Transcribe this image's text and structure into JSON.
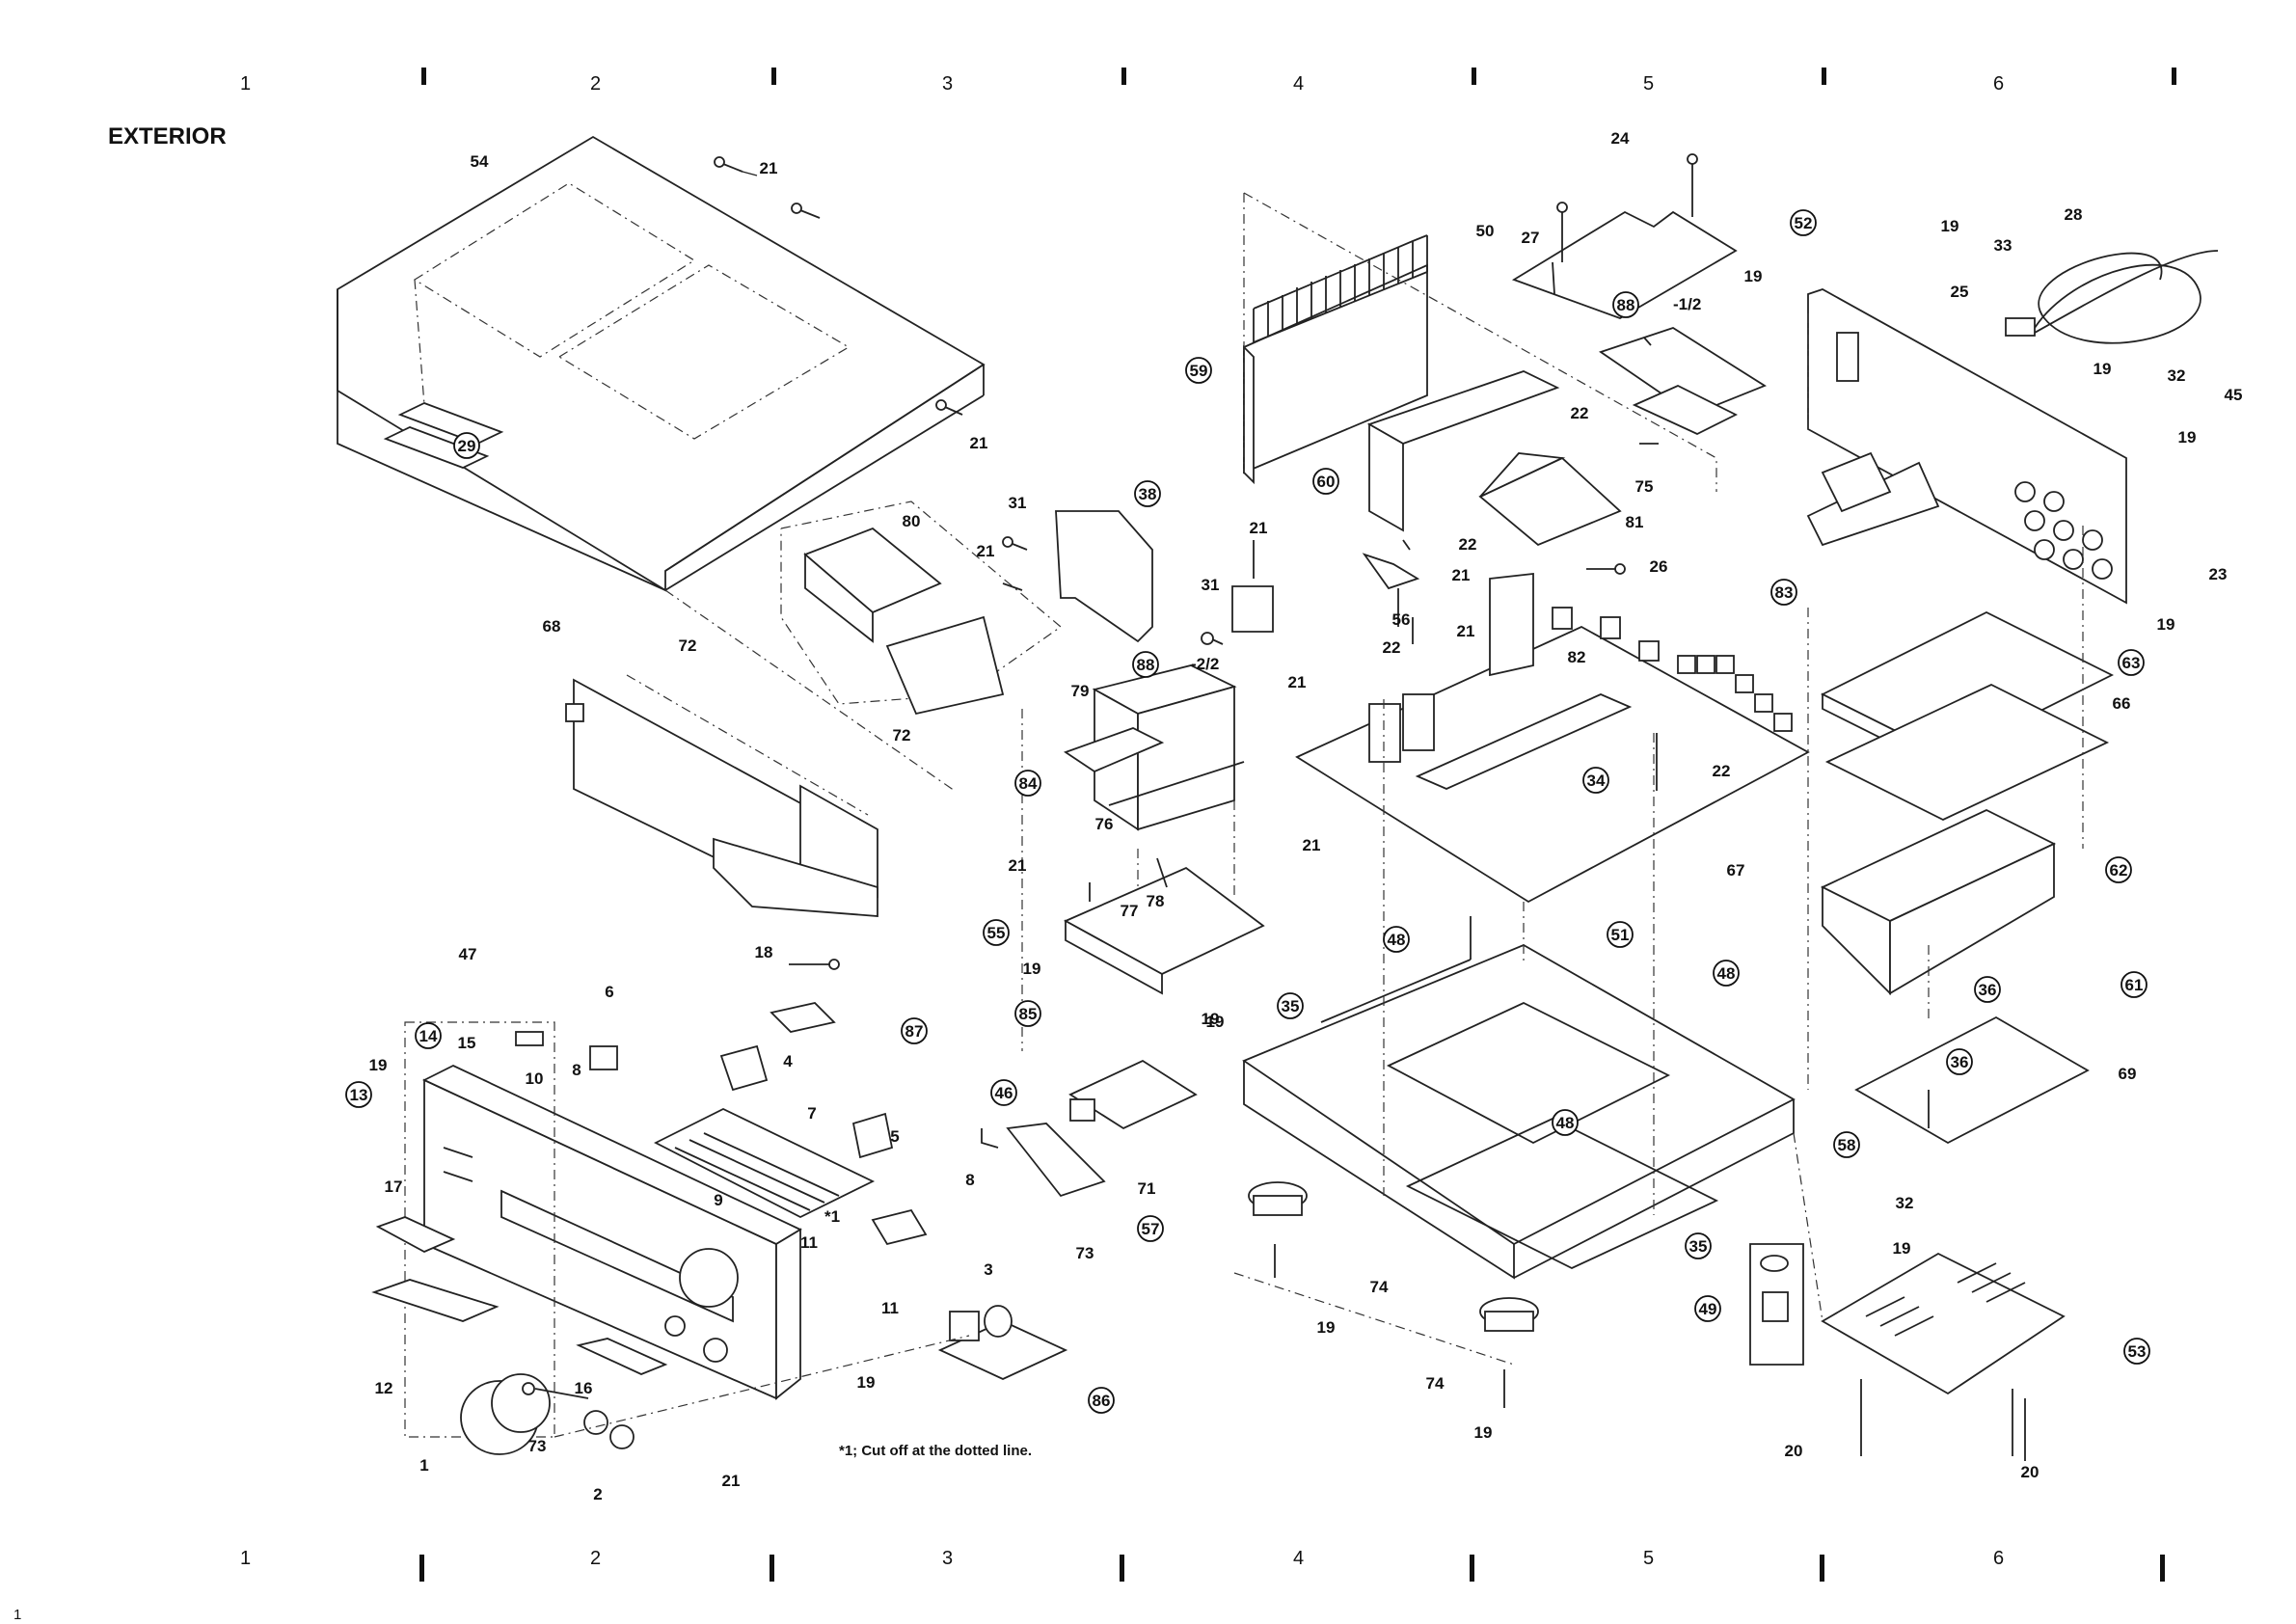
{
  "title": "EXTERIOR",
  "grid_columns": [
    "1",
    "2",
    "3",
    "4",
    "5",
    "6"
  ],
  "footnote": "*1; Cut off at the dotted line.",
  "page_number": "1",
  "callouts": [
    {
      "id": "c54",
      "text": "54",
      "circled": false
    },
    {
      "id": "c21a",
      "text": "21",
      "circled": false
    },
    {
      "id": "c29",
      "text": "29",
      "circled": true
    },
    {
      "id": "c21b",
      "text": "21",
      "circled": false
    },
    {
      "id": "c80",
      "text": "80",
      "circled": false
    },
    {
      "id": "c31a",
      "text": "31",
      "circled": false
    },
    {
      "id": "c38",
      "text": "38",
      "circled": true
    },
    {
      "id": "c21c",
      "text": "21",
      "circled": false
    },
    {
      "id": "c31b",
      "text": "31",
      "circled": false
    },
    {
      "id": "c68",
      "text": "68",
      "circled": false
    },
    {
      "id": "c72a",
      "text": "72",
      "circled": false
    },
    {
      "id": "c72b",
      "text": "72",
      "circled": false
    },
    {
      "id": "c59",
      "text": "59",
      "circled": true
    },
    {
      "id": "c60",
      "text": "60",
      "circled": true
    },
    {
      "id": "c21d",
      "text": "21",
      "circled": false
    },
    {
      "id": "c56",
      "text": "56",
      "circled": false
    },
    {
      "id": "c21e",
      "text": "21",
      "circled": false
    },
    {
      "id": "c88b",
      "text": "88",
      "circled": true
    },
    {
      "id": "c88b-suffix",
      "text": "-2/2",
      "circled": false
    },
    {
      "id": "c79",
      "text": "79",
      "circled": false
    },
    {
      "id": "c84",
      "text": "84",
      "circled": true
    },
    {
      "id": "c76",
      "text": "76",
      "circled": false
    },
    {
      "id": "c77",
      "text": "77",
      "circled": false
    },
    {
      "id": "c78",
      "text": "78",
      "circled": false
    },
    {
      "id": "c21f",
      "text": "21",
      "circled": false
    },
    {
      "id": "c21g",
      "text": "21",
      "circled": false
    },
    {
      "id": "c55",
      "text": "55",
      "circled": true
    },
    {
      "id": "c19a",
      "text": "19",
      "circled": false
    },
    {
      "id": "c19b",
      "text": "19",
      "circled": false
    },
    {
      "id": "c24",
      "text": "24",
      "circled": false
    },
    {
      "id": "c50",
      "text": "50",
      "circled": false
    },
    {
      "id": "c27",
      "text": "27",
      "circled": false
    },
    {
      "id": "c88a",
      "text": "88",
      "circled": true
    },
    {
      "id": "c88a-suffix",
      "text": "-1/2",
      "circled": false
    },
    {
      "id": "c19c",
      "text": "19",
      "circled": false
    },
    {
      "id": "c22a",
      "text": "22",
      "circled": false
    },
    {
      "id": "c75",
      "text": "75",
      "circled": false
    },
    {
      "id": "c22b",
      "text": "22",
      "circled": false
    },
    {
      "id": "c21h",
      "text": "21",
      "circled": false
    },
    {
      "id": "c81",
      "text": "81",
      "circled": false
    },
    {
      "id": "c26",
      "text": "26",
      "circled": false
    },
    {
      "id": "c21i",
      "text": "21",
      "circled": false
    },
    {
      "id": "c22c",
      "text": "22",
      "circled": false
    },
    {
      "id": "c82",
      "text": "82",
      "circled": false
    },
    {
      "id": "c34",
      "text": "34",
      "circled": true
    },
    {
      "id": "c22d",
      "text": "22",
      "circled": false
    },
    {
      "id": "c67",
      "text": "67",
      "circled": false
    },
    {
      "id": "c52",
      "text": "52",
      "circled": true
    },
    {
      "id": "c19d",
      "text": "19",
      "circled": false
    },
    {
      "id": "c33",
      "text": "33",
      "circled": false
    },
    {
      "id": "c28",
      "text": "28",
      "circled": false
    },
    {
      "id": "c25",
      "text": "25",
      "circled": false
    },
    {
      "id": "c19e",
      "text": "19",
      "circled": false
    },
    {
      "id": "c32a",
      "text": "32",
      "circled": false
    },
    {
      "id": "c45",
      "text": "45",
      "circled": false
    },
    {
      "id": "c19f",
      "text": "19",
      "circled": false
    },
    {
      "id": "c23",
      "text": "23",
      "circled": false
    },
    {
      "id": "c19g",
      "text": "19",
      "circled": false
    },
    {
      "id": "c83",
      "text": "83",
      "circled": true
    },
    {
      "id": "c63",
      "text": "63",
      "circled": true
    },
    {
      "id": "c66",
      "text": "66",
      "circled": false
    },
    {
      "id": "c62",
      "text": "62",
      "circled": true
    },
    {
      "id": "c47",
      "text": "47",
      "circled": false
    },
    {
      "id": "c18",
      "text": "18",
      "circled": false
    },
    {
      "id": "c87",
      "text": "87",
      "circled": true
    },
    {
      "id": "c6",
      "text": "6",
      "circled": false
    },
    {
      "id": "c15",
      "text": "15",
      "circled": false
    },
    {
      "id": "c14",
      "text": "14",
      "circled": true
    },
    {
      "id": "c19h",
      "text": "19",
      "circled": false
    },
    {
      "id": "c13",
      "text": "13",
      "circled": true
    },
    {
      "id": "c10",
      "text": "10",
      "circled": false
    },
    {
      "id": "c8a",
      "text": "8",
      "circled": false
    },
    {
      "id": "c4",
      "text": "4",
      "circled": false
    },
    {
      "id": "c7",
      "text": "7",
      "circled": false
    },
    {
      "id": "c5",
      "text": "5",
      "circled": false
    },
    {
      "id": "c17",
      "text": "17",
      "circled": false
    },
    {
      "id": "c9",
      "text": "9",
      "circled": false
    },
    {
      "id": "c1star",
      "text": "*1",
      "circled": false
    },
    {
      "id": "c8b",
      "text": "8",
      "circled": false
    },
    {
      "id": "c11a",
      "text": "11",
      "circled": false
    },
    {
      "id": "c11b",
      "text": "11",
      "circled": false
    },
    {
      "id": "c3",
      "text": "3",
      "circled": false
    },
    {
      "id": "c12",
      "text": "12",
      "circled": false
    },
    {
      "id": "c16",
      "text": "16",
      "circled": false
    },
    {
      "id": "c19i",
      "text": "19",
      "circled": false
    },
    {
      "id": "c1",
      "text": "1",
      "circled": false
    },
    {
      "id": "c73a",
      "text": "73",
      "circled": false
    },
    {
      "id": "c2",
      "text": "2",
      "circled": false
    },
    {
      "id": "c21j",
      "text": "21",
      "circled": false
    },
    {
      "id": "c85",
      "text": "85",
      "circled": true
    },
    {
      "id": "c46",
      "text": "46",
      "circled": true
    },
    {
      "id": "c71",
      "text": "71",
      "circled": false
    },
    {
      "id": "c57",
      "text": "57",
      "circled": true
    },
    {
      "id": "c73b",
      "text": "73",
      "circled": false
    },
    {
      "id": "c86",
      "text": "86",
      "circled": true
    },
    {
      "id": "c48a",
      "text": "48",
      "circled": true
    },
    {
      "id": "c51",
      "text": "51",
      "circled": true
    },
    {
      "id": "c19j",
      "text": "19",
      "circled": false
    },
    {
      "id": "c35a",
      "text": "35",
      "circled": true
    },
    {
      "id": "c48b",
      "text": "48",
      "circled": true
    },
    {
      "id": "c48c",
      "text": "48",
      "circled": true
    },
    {
      "id": "c74a",
      "text": "74",
      "circled": false
    },
    {
      "id": "c19k",
      "text": "19",
      "circled": false
    },
    {
      "id": "c35b",
      "text": "35",
      "circled": true
    },
    {
      "id": "c74b",
      "text": "74",
      "circled": false
    },
    {
      "id": "c19l",
      "text": "19",
      "circled": false
    },
    {
      "id": "c36a",
      "text": "36",
      "circled": true
    },
    {
      "id": "c61",
      "text": "61",
      "circled": true
    },
    {
      "id": "c69",
      "text": "69",
      "circled": false
    },
    {
      "id": "c36b",
      "text": "36",
      "circled": true
    },
    {
      "id": "c58",
      "text": "58",
      "circled": true
    },
    {
      "id": "c32b",
      "text": "32",
      "circled": false
    },
    {
      "id": "c19m",
      "text": "19",
      "circled": false
    },
    {
      "id": "c49",
      "text": "49",
      "circled": true
    },
    {
      "id": "c53",
      "text": "53",
      "circled": true
    },
    {
      "id": "c20a",
      "text": "20",
      "circled": false
    },
    {
      "id": "c20b",
      "text": "20",
      "circled": false
    }
  ]
}
